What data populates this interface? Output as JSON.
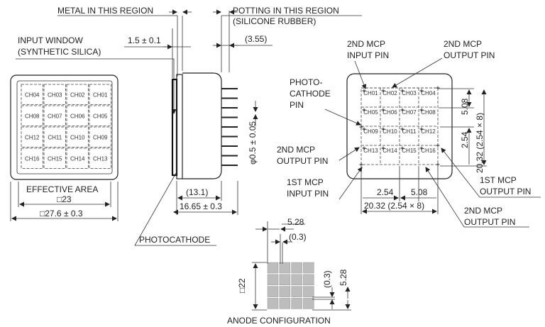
{
  "labels": {
    "metal_region": "METAL IN THIS REGION",
    "potting_region_1": "POTTING IN THIS REGION",
    "potting_region_2": "(SILICONE RUBBER)",
    "input_window_1": "INPUT WINDOW",
    "input_window_2": "(SYNTHETIC SILICA)",
    "window_thickness": "1.5 ± 0.1",
    "potting_dim": "(3.55)",
    "pin_dia": "φ0.5 ± 0.05",
    "effective_area_1": "EFFECTIVE AREA",
    "effective_area_2": "□23",
    "outer_size": "□27.6 ± 0.3",
    "body_length": "(13.1)",
    "total_length": "16.65 ± 0.3",
    "photocathode": "PHOTOCATHODE",
    "mcp2_input_1": "2ND MCP",
    "mcp2_input_2": "INPUT PIN",
    "mcp2_output_top_1": "2ND MCP",
    "mcp2_output_top_2": "OUTPUT PIN",
    "photo_cathode_pin_1": "PHOTO-",
    "photo_cathode_pin_2": "CATHODE",
    "photo_cathode_pin_3": "PIN",
    "mcp2_output_left_1": "2ND MCP",
    "mcp2_output_left_2": "OUTPUT PIN",
    "mcp1_input_1": "1ST MCP",
    "mcp1_input_2": "INPUT PIN",
    "mcp1_output_1": "1ST MCP",
    "mcp1_output_2": "OUTPUT PIN",
    "mcp2_output_bottom_1": "2ND MCP",
    "mcp2_output_bottom_2": "OUTPUT PIN",
    "pitch_v": "5.08",
    "pins_v": "20.32 (2.54 × 8)",
    "pitch_v2": "2.54",
    "pitch_h": "2.54",
    "pitch_h2": "5.08",
    "pins_h": "20.32 (2.54 × 8)",
    "anode_pitch": "5.28",
    "anode_gap": "(0.3)",
    "anode_size": "□22",
    "anode_gap_v": "(0.3)",
    "anode_pitch_v": "5.28",
    "anode_config": "ANODE CONFIGURATION"
  },
  "front_channels": [
    "CH04",
    "CH03",
    "CH02",
    "CH01",
    "CH08",
    "CH07",
    "CH06",
    "CH05",
    "CH12",
    "CH11",
    "CH10",
    "CH09",
    "CH16",
    "CH15",
    "CH14",
    "CH13"
  ],
  "back_channels": [
    "CH01",
    "CH02",
    "CH03",
    "CH04",
    "CH05",
    "CH06",
    "CH07",
    "CH08",
    "CH09",
    "CH10",
    "CH11",
    "CH12",
    "CH13",
    "CH14",
    "CH15",
    "CH16"
  ]
}
